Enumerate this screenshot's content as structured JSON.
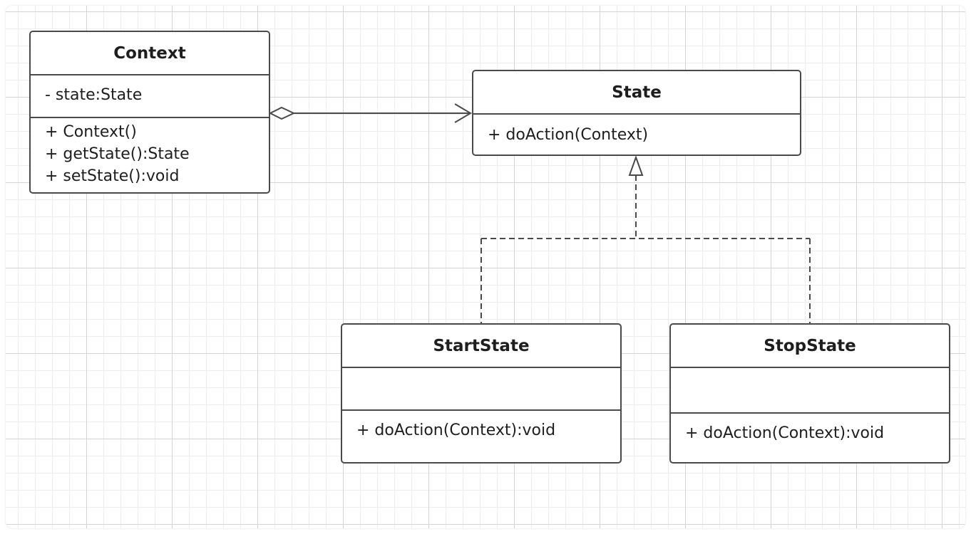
{
  "diagram": {
    "classes": {
      "context": {
        "name": "Context",
        "attributes": [
          "- state:State"
        ],
        "methods": [
          "+ Context()",
          "+ getState():State",
          "+ setState():void"
        ]
      },
      "state": {
        "name": "State",
        "attributes": [],
        "methods": [
          "+ doAction(Context)"
        ]
      },
      "start_state": {
        "name": "StartState",
        "attributes": [],
        "methods": [
          "+ doAction(Context):void"
        ]
      },
      "stop_state": {
        "name": "StopState",
        "attributes": [],
        "methods": [
          "+ doAction(Context):void"
        ]
      }
    },
    "relationships": [
      {
        "from": "Context",
        "to": "State",
        "kind": "aggregation"
      },
      {
        "from": "StartState",
        "to": "State",
        "kind": "realization"
      },
      {
        "from": "StopState",
        "to": "State",
        "kind": "realization"
      }
    ],
    "colors": {
      "line": "#4a4a4a",
      "grid_major": "#d4d4d4",
      "grid_minor": "#ededed",
      "background": "#ffffff"
    }
  }
}
